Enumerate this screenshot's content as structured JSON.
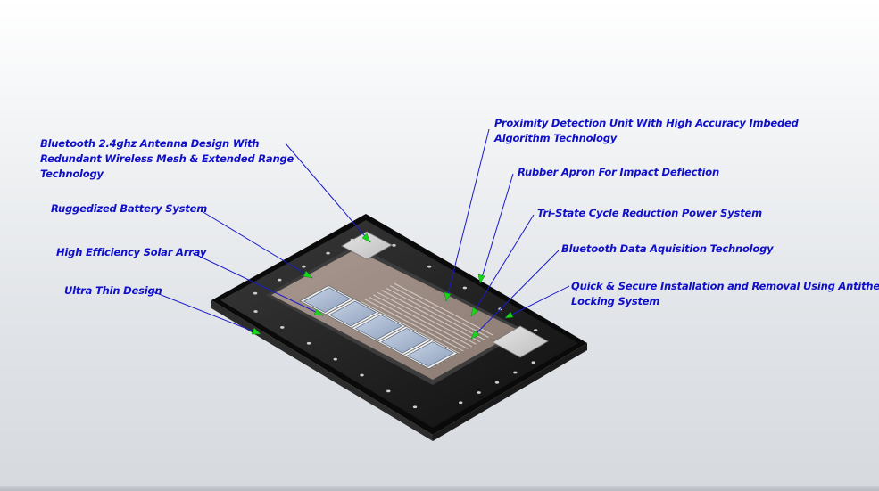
{
  "callouts": {
    "antenna": [
      "Bluetooth 2.4ghz  Antenna Design With",
      "Redundant Wireless Mesh &  Extended Range",
      "Technology"
    ],
    "battery": [
      "Ruggedized Battery System"
    ],
    "solar": [
      "High Efficiency Solar Array"
    ],
    "thin": [
      "Ultra Thin Design"
    ],
    "proximity": [
      "Proximity Detection Unit With High Accuracy Imbeded",
      "Algorithm Technology"
    ],
    "apron": [
      "Rubber Apron For Impact Deflection"
    ],
    "power": [
      "Tri-State Cycle Reduction Power System"
    ],
    "data": [
      "Bluetooth Data Aquisition Technology"
    ],
    "install": [
      "Quick & Secure Installation and Removal Using Antitheft",
      "Locking System"
    ]
  },
  "colors": {
    "callout_text": "#1010c8",
    "leader_line": "#1a1acc",
    "arrow_head": "#19d419",
    "frame": "#1a1a1a",
    "panel": "#9a8a80"
  }
}
